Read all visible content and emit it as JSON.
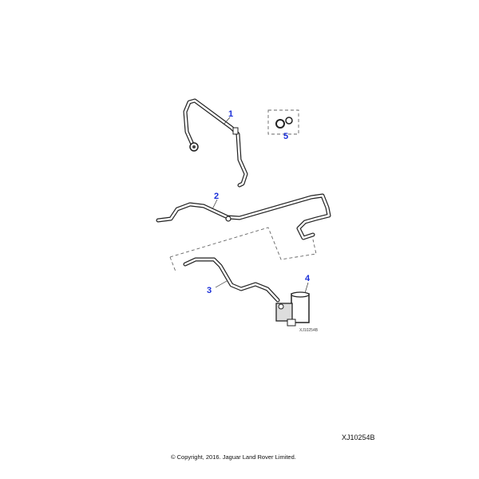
{
  "diagram": {
    "callouts": [
      "1",
      "2",
      "3",
      "4",
      "5"
    ],
    "drawing_ref_small": "XJ10254B",
    "callout_color": "#1a2fd8"
  },
  "footer": {
    "reference": "XJ10254B",
    "copyright": "© Copyright, 2016. Jaguar Land Rover Limited."
  }
}
